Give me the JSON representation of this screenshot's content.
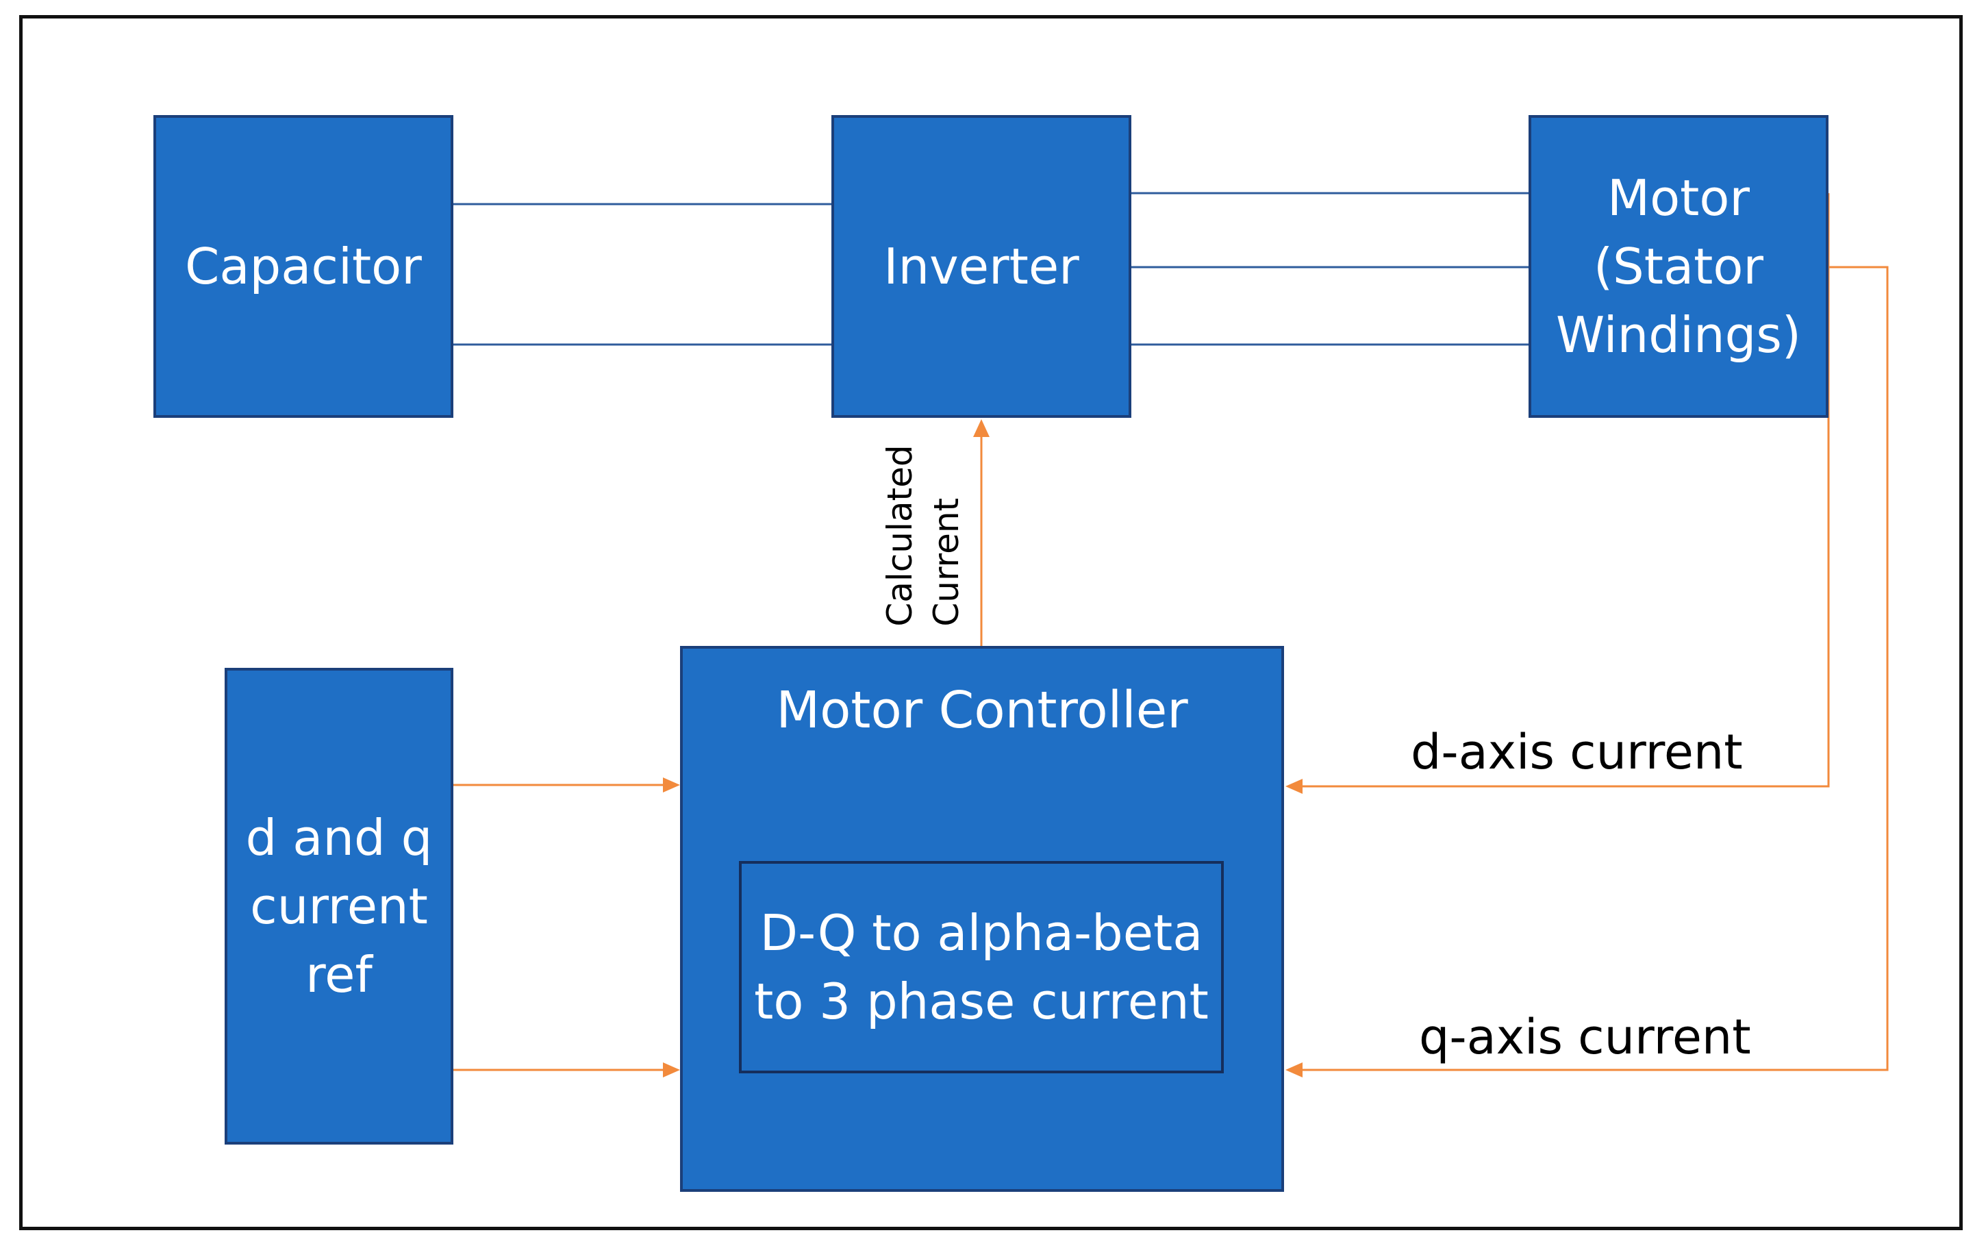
{
  "blocks": {
    "capacitor": "Capacitor",
    "inverter": "Inverter",
    "motor": "Motor\n(Stator\nWindings)",
    "dq_ref": "d and q\ncurrent\nref",
    "controller_title": "Motor Controller",
    "transform": "D-Q to alpha-beta\nto 3 phase current"
  },
  "labels": {
    "calculated_current": "Calculated\nCurrent",
    "d_axis": "d-axis current",
    "q_axis": "q-axis current"
  },
  "colors": {
    "block_fill": "#1f6fc5",
    "block_border": "#1b3f7a",
    "power_line": "#2f5c9c",
    "signal_arrow": "#f28a3c"
  }
}
